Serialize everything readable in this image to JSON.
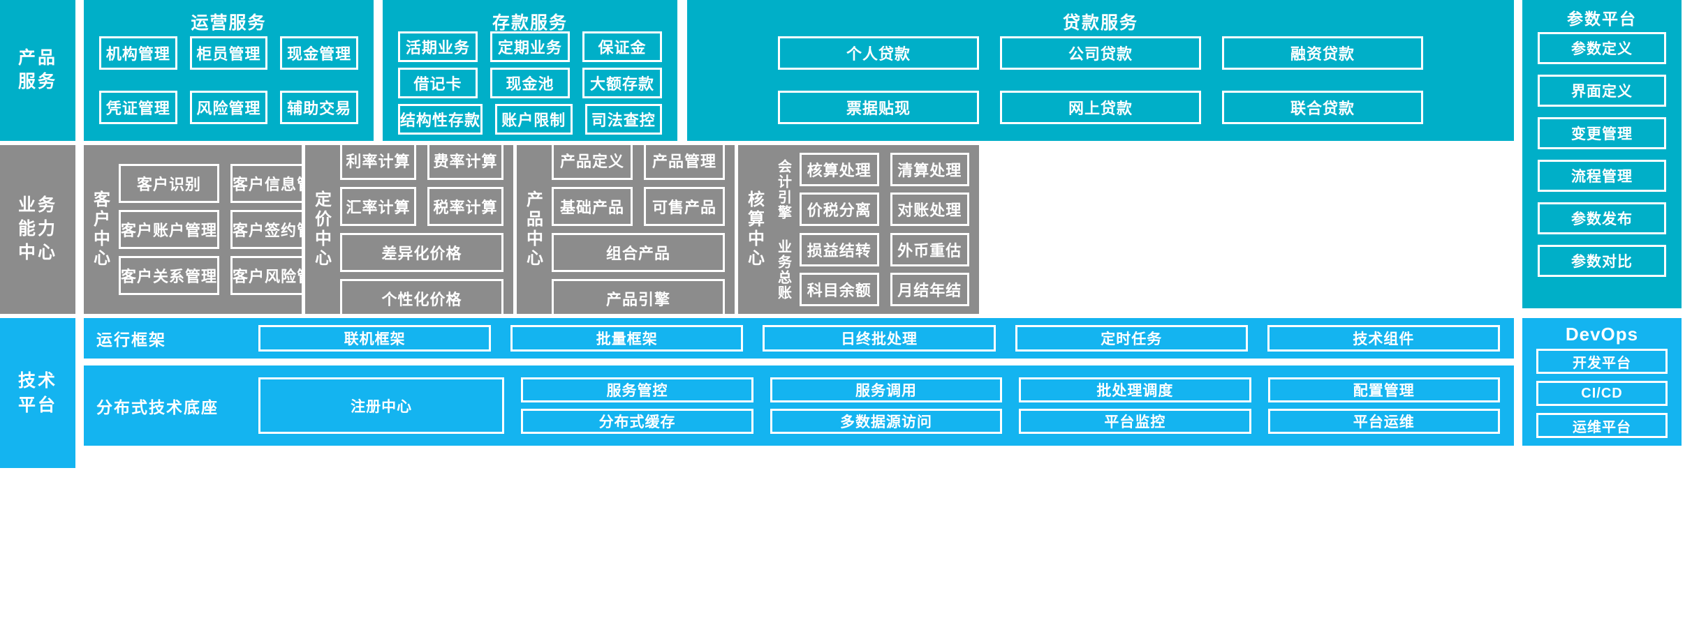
{
  "rows": {
    "product_services": {
      "left_label": "产品\n服务",
      "left_label_line1": "产品",
      "left_label_line2": "服务",
      "panels": [
        {
          "title": "运营服务",
          "items": [
            "机构管理",
            "柜员管理",
            "现金管理",
            "凭证管理",
            "风险管理",
            "辅助交易"
          ]
        },
        {
          "title": "存款服务",
          "items": [
            "活期业务",
            "定期业务",
            "保证金",
            "借记卡",
            "现金池",
            "大额存款",
            "结构性存款",
            "账户限制",
            "司法查控"
          ]
        },
        {
          "title": "贷款服务",
          "items": [
            "个人贷款",
            "公司贷款",
            "融资贷款",
            "票据贴现",
            "网上贷款",
            "联合贷款"
          ]
        }
      ],
      "parameter_platform": {
        "title": "参数平台",
        "items": [
          "参数定义",
          "界面定义",
          "变更管理",
          "流程管理",
          "参数发布",
          "参数对比"
        ]
      }
    },
    "business_capability": {
      "left_label_line1": "业务",
      "left_label_line2": "能力",
      "left_label_line3": "中心",
      "centers": [
        {
          "name": "客户中心",
          "rows": [
            [
              "客户识别",
              "客户信息管理"
            ],
            [
              "客户账户管理",
              "客户签约管理"
            ],
            [
              "客户关系管理",
              "客户风险管理"
            ]
          ]
        },
        {
          "name": "定价中心",
          "rows": [
            [
              "利率计算",
              "费率计算"
            ],
            [
              "汇率计算",
              "税率计算"
            ],
            [
              "差异化价格"
            ],
            [
              "个性化价格"
            ]
          ]
        },
        {
          "name": "产品中心",
          "rows": [
            [
              "产品定义",
              "产品管理"
            ],
            [
              "基础产品",
              "可售产品"
            ],
            [
              "组合产品"
            ],
            [
              "产品引擎"
            ]
          ]
        },
        {
          "name": "核算中心",
          "segments": [
            {
              "label": "会计引擎",
              "rows": [
                [
                  "核算处理",
                  "清算处理"
                ],
                [
                  "价税分离",
                  "对账处理"
                ]
              ]
            },
            {
              "label": "业务总账",
              "rows": [
                [
                  "损益结转",
                  "外币重估"
                ],
                [
                  "科目余额",
                  "月结年结"
                ]
              ]
            }
          ]
        }
      ]
    },
    "technical_platform": {
      "left_label_line1": "技术",
      "left_label_line2": "平台",
      "bands": [
        {
          "label": "运行框架",
          "items": [
            "联机框架",
            "批量框架",
            "日终批处理",
            "定时任务",
            "技术组件"
          ]
        },
        {
          "label": "分布式技术底座",
          "wide_item": "注册中心",
          "columns": [
            [
              "服务管控",
              "分布式缓存"
            ],
            [
              "服务调用",
              "多数据源访问"
            ],
            [
              "批处理调度",
              "平台监控"
            ],
            [
              "配置管理",
              "平台运维"
            ]
          ]
        }
      ],
      "devops": {
        "title": "DevOps",
        "items": [
          "开发平台",
          "CI/CD",
          "运维平台"
        ]
      }
    }
  },
  "colors": {
    "product_cyan": "#00AFC8",
    "capability_gray": "#8C8C8C",
    "technical_blue": "#14B4F0",
    "border_white": "#FFFFFF"
  }
}
